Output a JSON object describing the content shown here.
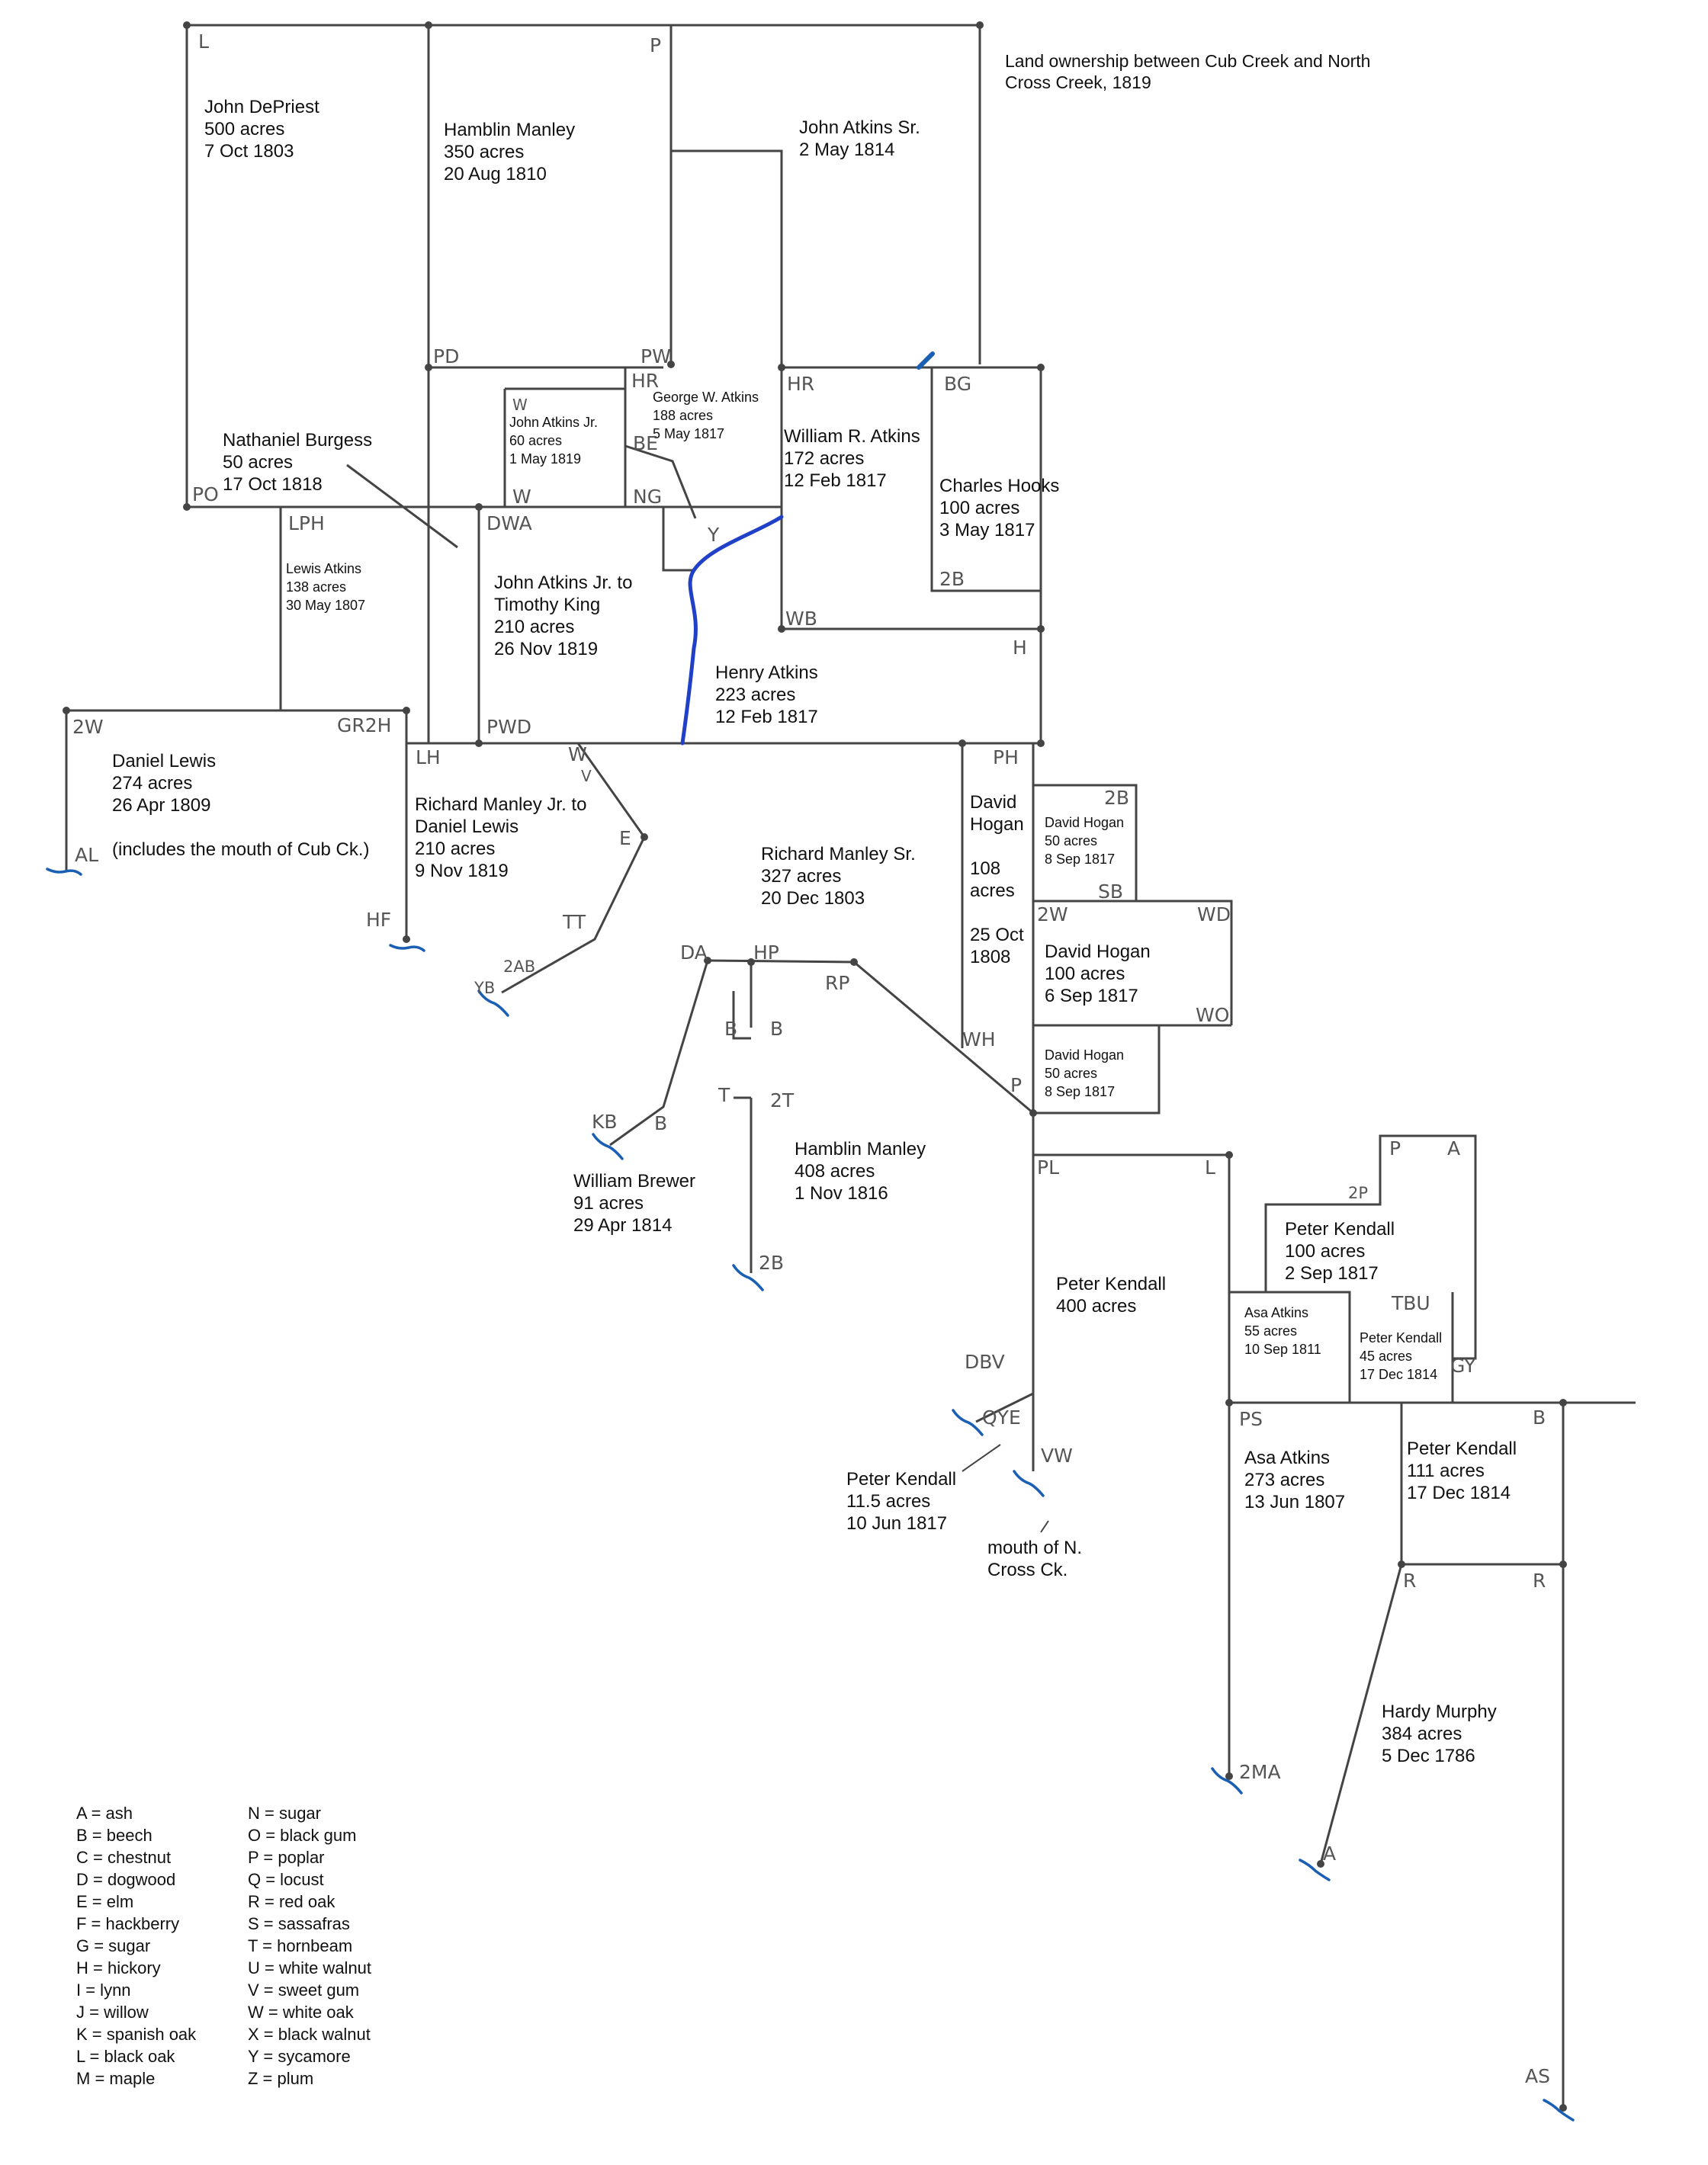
{
  "title": [
    "Land ownership between Cub Creek and North",
    "Cross Creek, 1819"
  ],
  "parcels": [
    {
      "lines": [
        "John DePriest",
        "500 acres",
        "7 Oct 1803"
      ]
    },
    {
      "lines": [
        "Hamblin Manley",
        "350 acres",
        "20 Aug 1810"
      ]
    },
    {
      "lines": [
        "John Atkins Sr.",
        "2 May 1814"
      ]
    },
    {
      "lines": [
        "John Atkins Jr.",
        "60 acres",
        "1 May 1819"
      ]
    },
    {
      "lines": [
        "George W. Atkins",
        "188 acres",
        "5 May 1817"
      ]
    },
    {
      "lines": [
        "William R. Atkins",
        "172 acres",
        "12 Feb 1817"
      ]
    },
    {
      "lines": [
        "Charles Hooks",
        "100 acres",
        "3 May 1817"
      ]
    },
    {
      "lines": [
        "Nathaniel Burgess",
        "50 acres",
        "17 Oct 1818"
      ]
    },
    {
      "lines": [
        "Lewis Atkins",
        "138 acres",
        "30 May 1807"
      ]
    },
    {
      "lines": [
        "John Atkins Jr. to",
        "Timothy King",
        "210 acres",
        "26 Nov 1819"
      ]
    },
    {
      "lines": [
        "Henry Atkins",
        "223 acres",
        "12 Feb 1817"
      ]
    },
    {
      "lines": [
        "Daniel Lewis",
        "274 acres",
        "26 Apr 1809"
      ]
    },
    {
      "lines": [
        "(includes the mouth of Cub Ck.)"
      ]
    },
    {
      "lines": [
        "Richard Manley Jr. to",
        "Daniel Lewis",
        "210 acres",
        "9 Nov 1819"
      ]
    },
    {
      "lines": [
        "Richard Manley Sr.",
        "327 acres",
        "20 Dec 1803"
      ]
    },
    {
      "lines": [
        "David",
        "Hogan",
        "",
        "108",
        "acres",
        "",
        "25 Oct",
        "1808"
      ]
    },
    {
      "lines": [
        "David Hogan",
        "50 acres",
        "8 Sep 1817"
      ]
    },
    {
      "lines": [
        "David Hogan",
        "100 acres",
        "6 Sep 1817"
      ]
    },
    {
      "lines": [
        "David Hogan",
        "50 acres",
        "8 Sep 1817"
      ]
    },
    {
      "lines": [
        "William Brewer",
        "91 acres",
        "29 Apr 1814"
      ]
    },
    {
      "lines": [
        "Hamblin Manley",
        "408 acres",
        "1 Nov 1816"
      ]
    },
    {
      "lines": [
        "Peter Kendall",
        "400 acres"
      ]
    },
    {
      "lines": [
        "Peter Kendall",
        "100 acres",
        "2 Sep 1817"
      ]
    },
    {
      "lines": [
        "Asa Atkins",
        "55 acres",
        "10 Sep 1811"
      ]
    },
    {
      "lines": [
        "Peter Kendall",
        "45 acres",
        "17 Dec 1814"
      ]
    },
    {
      "lines": [
        "Peter Kendall",
        "11.5 acres",
        "10 Jun 1817"
      ]
    },
    {
      "lines": [
        "mouth of N.",
        "Cross Ck."
      ]
    },
    {
      "lines": [
        "Asa Atkins",
        "273 acres",
        "13 Jun 1807"
      ]
    },
    {
      "lines": [
        "Peter Kendall",
        "111 acres",
        "17 Dec 1814"
      ]
    },
    {
      "lines": [
        "Hardy Murphy",
        "384 acres",
        "5 Dec 1786"
      ]
    }
  ],
  "corner_marks": [
    "L",
    "P",
    "PD",
    "PW",
    "HR",
    "HR",
    "BG",
    "W",
    "W",
    "BE",
    "NG",
    "Y",
    "PO",
    "LPH",
    "DWA",
    "2B",
    "WB",
    "H",
    "2W",
    "GR2H",
    "PWD",
    "LH",
    "W",
    "V",
    "E",
    "AL",
    "HF",
    "TT",
    "2AB",
    "YB",
    "PH",
    "2B",
    "SB",
    "2W",
    "WD",
    "WO",
    "DA",
    "HP",
    "RP",
    "B",
    "B",
    "T",
    "2T",
    "KB",
    "B",
    "2B",
    "WH",
    "P",
    "PL",
    "L",
    "P",
    "A",
    "2P",
    "TBU",
    "GY",
    "DBV",
    "QYE",
    "VW",
    "PS",
    "B",
    "R",
    "R",
    "2MA",
    "A",
    "AS"
  ],
  "legend": [
    [
      "A = ash",
      "N = sugar"
    ],
    [
      "B = beech",
      "O = black gum"
    ],
    [
      "C = chestnut",
      "P = poplar"
    ],
    [
      "D = dogwood",
      "Q = locust"
    ],
    [
      "E = elm",
      "R = red oak"
    ],
    [
      "F = hackberry",
      "S = sassafras"
    ],
    [
      "G = sugar",
      "T = hornbeam"
    ],
    [
      "H = hickory",
      "U = white walnut"
    ],
    [
      "I = lynn",
      "V = sweet gum"
    ],
    [
      "J = willow",
      "W = white oak"
    ],
    [
      "K = spanish oak",
      "X = black walnut"
    ],
    [
      "L = black oak",
      "Y = sycamore"
    ],
    [
      "M = maple",
      "Z = plum"
    ]
  ],
  "colors": {
    "ink": "#444444",
    "creek": "#1a5fb4",
    "stream": "#2040c8"
  }
}
